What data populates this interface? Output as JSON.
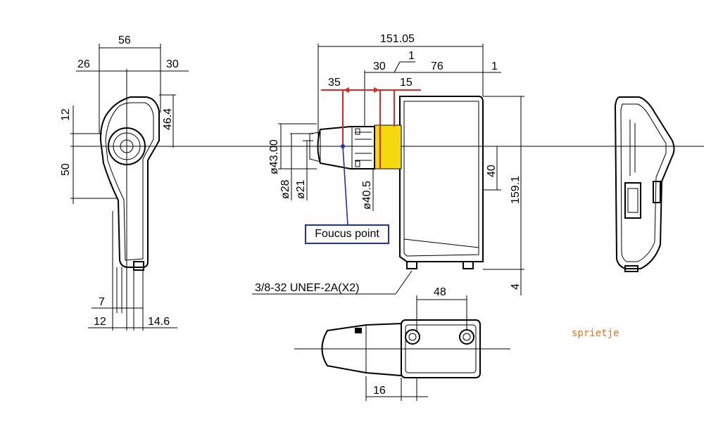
{
  "front_view": {
    "dims": {
      "width": "56",
      "left": "26",
      "right": "30",
      "top": "12",
      "upper": "46.4",
      "lower": "50",
      "foot": "7",
      "base_left": "12",
      "base_right": "14.6"
    }
  },
  "side_view": {
    "dims": {
      "overall": "151.05",
      "gap1": "1",
      "d30": "30",
      "d76": "76",
      "gap2": "1",
      "d35": "35",
      "d15": "15",
      "dia43": "ø43.00",
      "dia28": "ø28",
      "dia21": "ø21",
      "dia405": "ø40.5",
      "h40": "40",
      "h1591": "159.1",
      "h4": "4"
    },
    "thread": "3/8-32 UNEF-2A(X2)",
    "focus_label": "Foucus point"
  },
  "bottom_view": {
    "dims": {
      "d48": "48",
      "d16": "16"
    }
  },
  "signature": "sprietje",
  "colors": {
    "highlight": "#f5d90f",
    "red_marks": "#e8231f",
    "callout": "#1e2fb8",
    "signature": "#e8731c"
  }
}
